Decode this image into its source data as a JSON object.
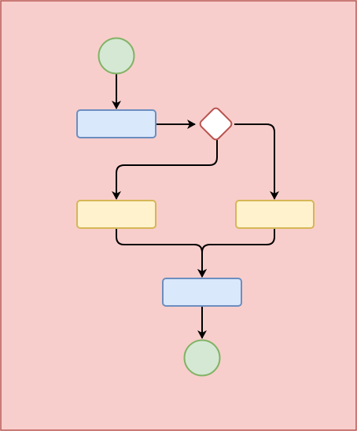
{
  "colors": {
    "frame_fill": "#f8cecc",
    "frame_stroke": "#b85450",
    "start_end_fill": "#d5e8d4",
    "start_end_stroke": "#82b366",
    "action_blue_fill": "#dae8fc",
    "action_blue_stroke": "#6c8ebf",
    "action_yellow_fill": "#fff2cc",
    "action_yellow_stroke": "#d6b656",
    "decision_fill": "#ffffff",
    "decision_stroke": "#b85450",
    "edge_stroke": "#000000"
  },
  "nodes": [
    {
      "id": "start",
      "type": "start-node",
      "label": ""
    },
    {
      "id": "action-1",
      "type": "action-node",
      "label": ""
    },
    {
      "id": "decision",
      "type": "decision-node",
      "label": ""
    },
    {
      "id": "branch-left",
      "type": "action-node",
      "label": ""
    },
    {
      "id": "branch-right",
      "type": "action-node",
      "label": ""
    },
    {
      "id": "merge-action",
      "type": "action-node",
      "label": ""
    },
    {
      "id": "end",
      "type": "end-node",
      "label": ""
    }
  ],
  "edges": [
    {
      "from": "start",
      "to": "action-1"
    },
    {
      "from": "action-1",
      "to": "decision"
    },
    {
      "from": "decision",
      "to": "branch-left"
    },
    {
      "from": "decision",
      "to": "branch-right"
    },
    {
      "from": "branch-left",
      "to": "merge-action"
    },
    {
      "from": "branch-right",
      "to": "merge-action"
    },
    {
      "from": "merge-action",
      "to": "end"
    }
  ]
}
